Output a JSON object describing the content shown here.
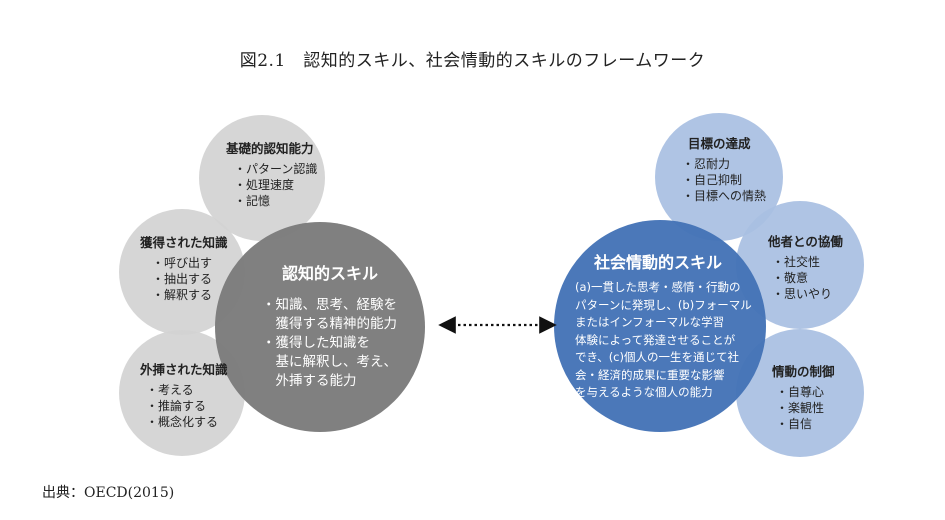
{
  "title": "図2.1　認知的スキル、社会情動的スキルのフレームワーク",
  "source": "出典：OECD(2015)",
  "colors": {
    "cognitive_main": "#7b7b7b",
    "cognitive_satellite": "#d3d3d3",
    "social_main": "#4473b6",
    "social_satellite": "#a9bfe2"
  },
  "cognitive": {
    "title": "認知的スキル",
    "items": [
      "・知識、思考、経験を",
      "　獲得する精神的能力",
      "・獲得した知識を",
      "　基に解釈し、考え、",
      "　外挿する能力"
    ],
    "satellites": [
      {
        "title": "基礎的認知能力",
        "items": [
          "・パターン認識",
          "・処理速度",
          "・記憶"
        ]
      },
      {
        "title": "獲得された知識",
        "items": [
          "・呼び出す",
          "・抽出する",
          "・解釈する"
        ]
      },
      {
        "title": "外挿された知識",
        "items": [
          "・考える",
          "・推論する",
          "・概念化する"
        ]
      }
    ]
  },
  "social": {
    "title": "社会情動的スキル",
    "description": [
      "(a)一貫した思考・感情・行動の",
      "パターンに発現し、(b)フォーマル",
      "またはインフォーマルな学習",
      "体験によって発達させることが",
      "でき、(c)個人の一生を通じて社",
      "会・経済的成果に重要な影響",
      "を与えるような個人の能力"
    ],
    "satellites": [
      {
        "title": "目標の達成",
        "items": [
          "・忍耐力",
          "・自己抑制",
          "・目標への情熱"
        ]
      },
      {
        "title": "他者との協働",
        "items": [
          "・社交性",
          "・敬意",
          "・思いやり"
        ]
      },
      {
        "title": "情動の制御",
        "items": [
          "・自尊心",
          "・楽観性",
          "・自信"
        ]
      }
    ]
  }
}
